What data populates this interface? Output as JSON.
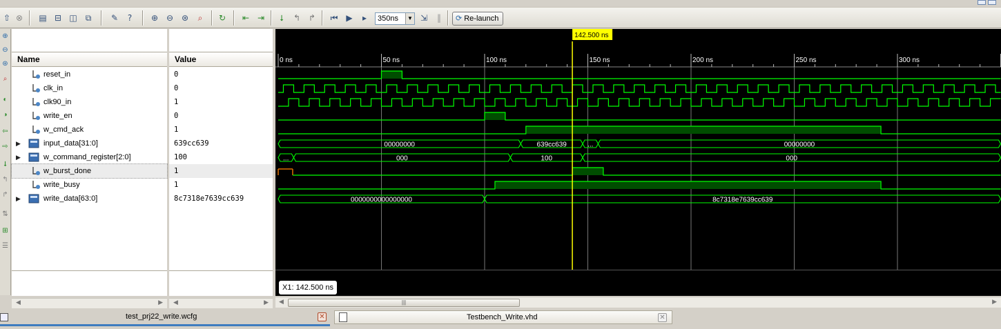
{
  "toolbar": {
    "time_value": "350ns",
    "relaunch_label": "Re-launch",
    "icons": [
      "undo-icon",
      "stop-icon",
      "cascade-icon",
      "tile-h-icon",
      "tile-v-icon",
      "float-icon",
      "wrench-icon",
      "help-icon",
      "zoom-in-icon",
      "zoom-out-icon",
      "zoom-fit-icon",
      "zoom-cursor-icon",
      "refresh-icon",
      "goto-start-icon",
      "goto-end-icon",
      "add-marker-icon",
      "prev-marker-icon",
      "next-marker-icon",
      "restart-icon",
      "run-icon",
      "run-for-icon",
      "step-icon",
      "break-icon"
    ]
  },
  "panels": {
    "name_header": "Name",
    "value_header": "Value"
  },
  "signals": [
    {
      "name": "reset_in",
      "value": "0",
      "bus": false
    },
    {
      "name": "clk_in",
      "value": "0",
      "bus": false
    },
    {
      "name": "clk90_in",
      "value": "1",
      "bus": false
    },
    {
      "name": "write_en",
      "value": "0",
      "bus": false
    },
    {
      "name": "w_cmd_ack",
      "value": "1",
      "bus": false
    },
    {
      "name": "input_data[31:0]",
      "value": "639cc639",
      "bus": true
    },
    {
      "name": "w_command_register[2:0]",
      "value": "100",
      "bus": true
    },
    {
      "name": "w_burst_done",
      "value": "1",
      "bus": false,
      "selected": true
    },
    {
      "name": "write_busy",
      "value": "1",
      "bus": false
    },
    {
      "name": "write_data[63:0]",
      "value": "8c7318e7639cc639",
      "bus": true
    }
  ],
  "timeline": {
    "cursor_label": "142.500 ns",
    "cursor_readout": "X1: 142.500 ns",
    "ticks": [
      "0 ns",
      "50 ns",
      "100 ns",
      "150 ns",
      "200 ns",
      "250 ns",
      "300 ns"
    ]
  },
  "bus_segments": {
    "input_data": [
      "00000000",
      "639cc639",
      "...",
      "00000000"
    ],
    "w_command_register": [
      "...",
      "000",
      "100",
      "000"
    ],
    "write_data": [
      "0000000000000000",
      "8c7318e7639cc639"
    ]
  },
  "tabs": [
    {
      "label": "test_prj22_write.wcfg",
      "active": true
    },
    {
      "label": "Testbench_Write.vhd",
      "active": false
    }
  ],
  "colors": {
    "wave": "#00ff00",
    "cursor": "#ffff00",
    "wave_fill": "#004d00"
  }
}
